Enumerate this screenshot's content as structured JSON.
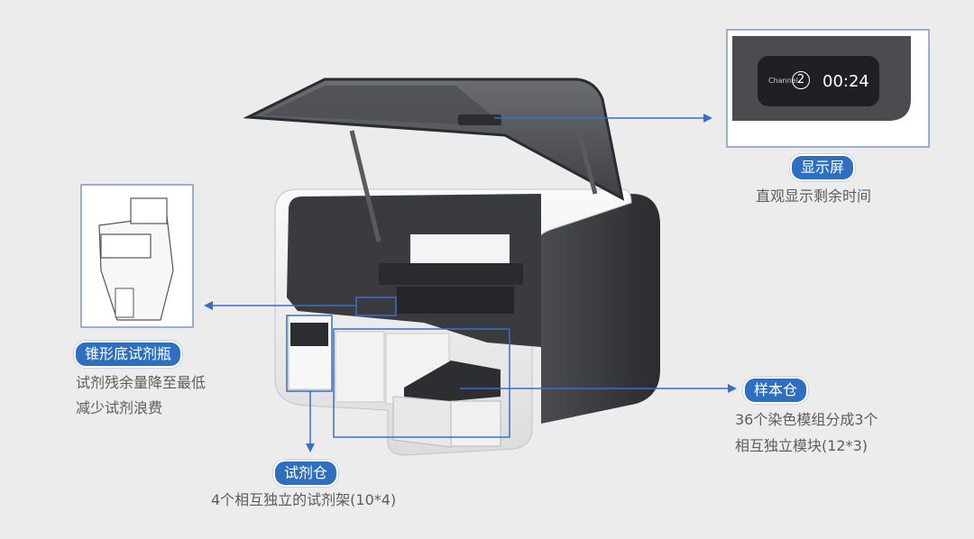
{
  "colors": {
    "background": "#ececed",
    "accent": "#2f6fc0",
    "arrow": "#3a6fc4",
    "text": "#5d5d5d"
  },
  "callouts": {
    "display": {
      "label": "显示屏",
      "desc": "直观显示剩余时间",
      "inset": {
        "channel_word": "Channel",
        "channel_number": "2",
        "timer": "00:24"
      }
    },
    "bottle": {
      "label": "锥形底试剂瓶",
      "desc_line1": "试剂残余量降至最低",
      "desc_line2": "减少试剂浪费"
    },
    "reagent_bay": {
      "label": "试剂仓",
      "desc": "4个相互独立的试剂架(10*4)"
    },
    "sample_bay": {
      "label": "样本仓",
      "desc_line1": "36个染色模组分成3个",
      "desc_line2": "相互独立模块(12*3)"
    }
  }
}
